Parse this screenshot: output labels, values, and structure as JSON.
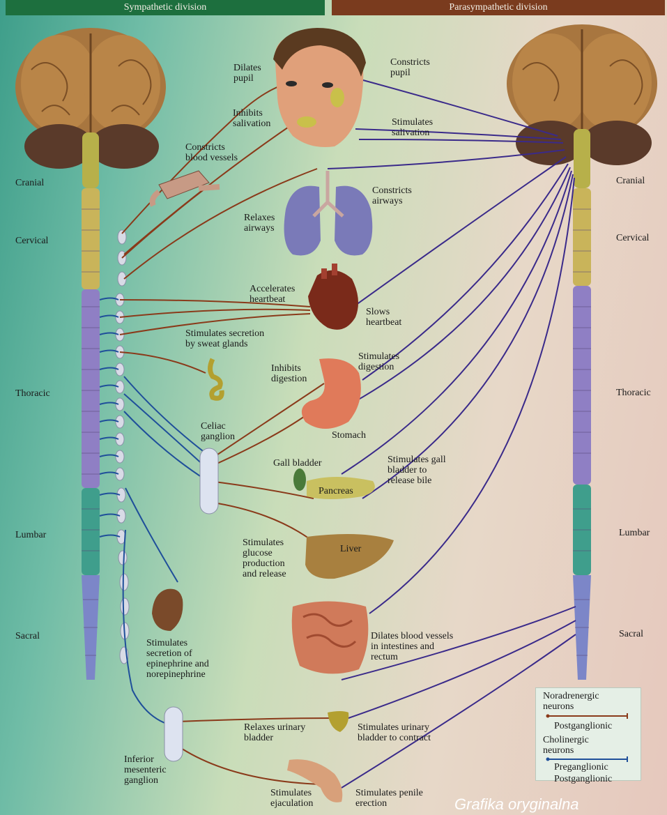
{
  "header": {
    "sympathetic": "Sympathetic division",
    "parasympathetic": "Parasympathetic division"
  },
  "regions_left": {
    "cranial": "Cranial",
    "cervical": "Cervical",
    "thoracic": "Thoracic",
    "lumbar": "Lumbar",
    "sacral": "Sacral"
  },
  "regions_right": {
    "cranial": "Cranial",
    "cervical": "Cervical",
    "thoracic": "Thoracic",
    "lumbar": "Lumbar",
    "sacral": "Sacral"
  },
  "sympathetic_effects": {
    "dilates_pupil": "Dilates\npupil",
    "inhibits_salivation": "Inhibits\nsalivation",
    "constricts_vessels": "Constricts\nblood vessels",
    "relaxes_airways": "Relaxes\nairways",
    "accelerates_heartbeat": "Accelerates\nheartbeat",
    "sweat_glands": "Stimulates secretion\nby sweat glands",
    "inhibits_digestion": "Inhibits\ndigestion",
    "glucose": "Stimulates\nglucose\nproduction\nand release",
    "epinephrine": "Stimulates\nsecretion of\nepinephrine and\nnorepinephrine",
    "relaxes_bladder": "Relaxes urinary\nbladder",
    "ejaculation": "Stimulates\nejaculation"
  },
  "parasympathetic_effects": {
    "constricts_pupil": "Constricts\npupil",
    "stimulates_salivation": "Stimulates\nsalivation",
    "constricts_airways": "Constricts\nairways",
    "slows_heartbeat": "Slows\nheartbeat",
    "stimulates_digestion": "Stimulates\ndigestion",
    "gall_bladder_release": "Stimulates gall\nbladder to\nrelease bile",
    "dilates_vessels": "Dilates blood vessels\nin intestines and\nrectum",
    "bladder_contract": "Stimulates urinary\nbladder to contract",
    "penile_erection": "Stimulates penile\nerection"
  },
  "structures": {
    "celiac_ganglion": "Celiac\nganglion",
    "stomach": "Stomach",
    "gall_bladder": "Gall bladder",
    "pancreas": "Pancreas",
    "liver": "Liver",
    "inferior_mesenteric": "Inferior\nmesenteric\nganglion"
  },
  "legend": {
    "noradrenergic": "Noradrenergic\nneurons",
    "postganglionic": "Postganglionic",
    "cholinergic": "Cholinergic\nneurons",
    "preganglionic": "Preganglionic",
    "postganglionic2": "Postganglionic"
  },
  "colors": {
    "postganglionic_nerve": "#8a3a1a",
    "preganglionic_nerve": "#1f4f9a",
    "parasympathetic_nerve": "#3a2a8a",
    "header_sympathetic": "#1d6f3e",
    "header_parasympathetic": "#7a3b1e"
  },
  "credit": "Grafika oryginalna"
}
